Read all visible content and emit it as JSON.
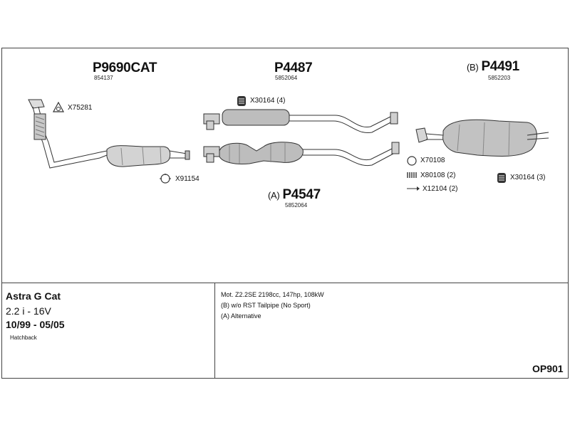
{
  "parts": {
    "p1": {
      "number": "P9690CAT",
      "ref": "854137"
    },
    "p2": {
      "number": "P4487",
      "ref": "5852064"
    },
    "p3": {
      "prefix": "(B)",
      "number": "P4491",
      "ref": "5852203"
    },
    "p4": {
      "prefix": "(A)",
      "number": "P4547",
      "ref": "5852064"
    }
  },
  "accessories": {
    "x75281": "X75281",
    "x30164_a": "X30164 (4)",
    "x91154": "X91154",
    "x70108": "X70108",
    "x80108": "X80108 (2)",
    "x12104": "X12104 (2)",
    "x30164_b": "X30164 (3)"
  },
  "vehicle": {
    "model": "Astra G Cat",
    "engine": "2.2 i - 16V",
    "years": "10/99 - 05/05",
    "body": "Hatchback"
  },
  "notes": [
    "Mot. Z2.2SE 2198cc, 147hp, 108kW",
    "(B) w/o RST Tailpipe (No Sport)",
    "(A) Alternative"
  ],
  "code": "OP901",
  "icons": [
    "gasket-ring-icon",
    "clamp-icon",
    "rubber-mount-icon",
    "spring-icon",
    "bolt-icon",
    "hanger-icon"
  ]
}
